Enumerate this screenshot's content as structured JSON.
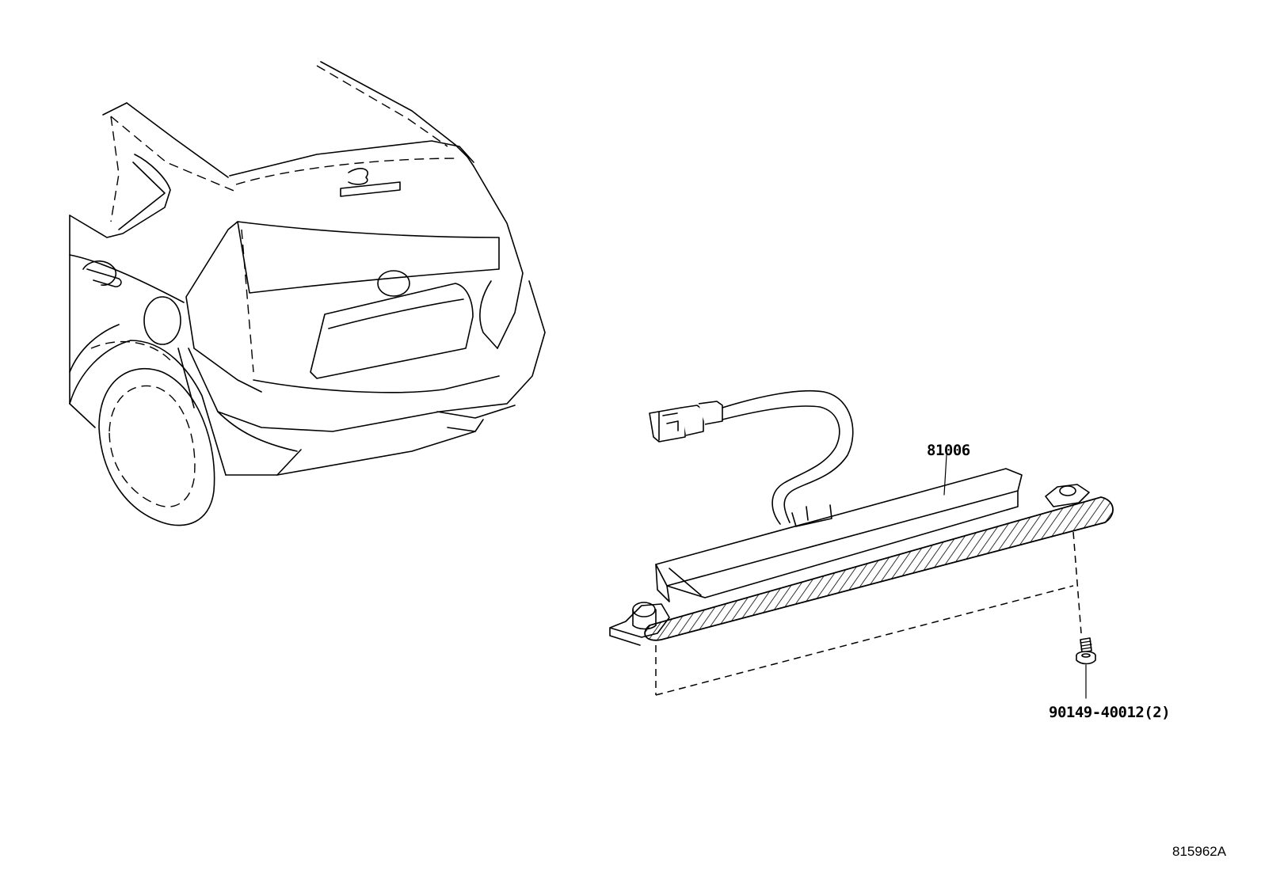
{
  "diagram": {
    "callouts": [
      {
        "id": "lamp",
        "part_number": "81006"
      },
      {
        "id": "screw",
        "part_number": "90149-40012(2)"
      }
    ],
    "illustration_code": "815962A"
  }
}
